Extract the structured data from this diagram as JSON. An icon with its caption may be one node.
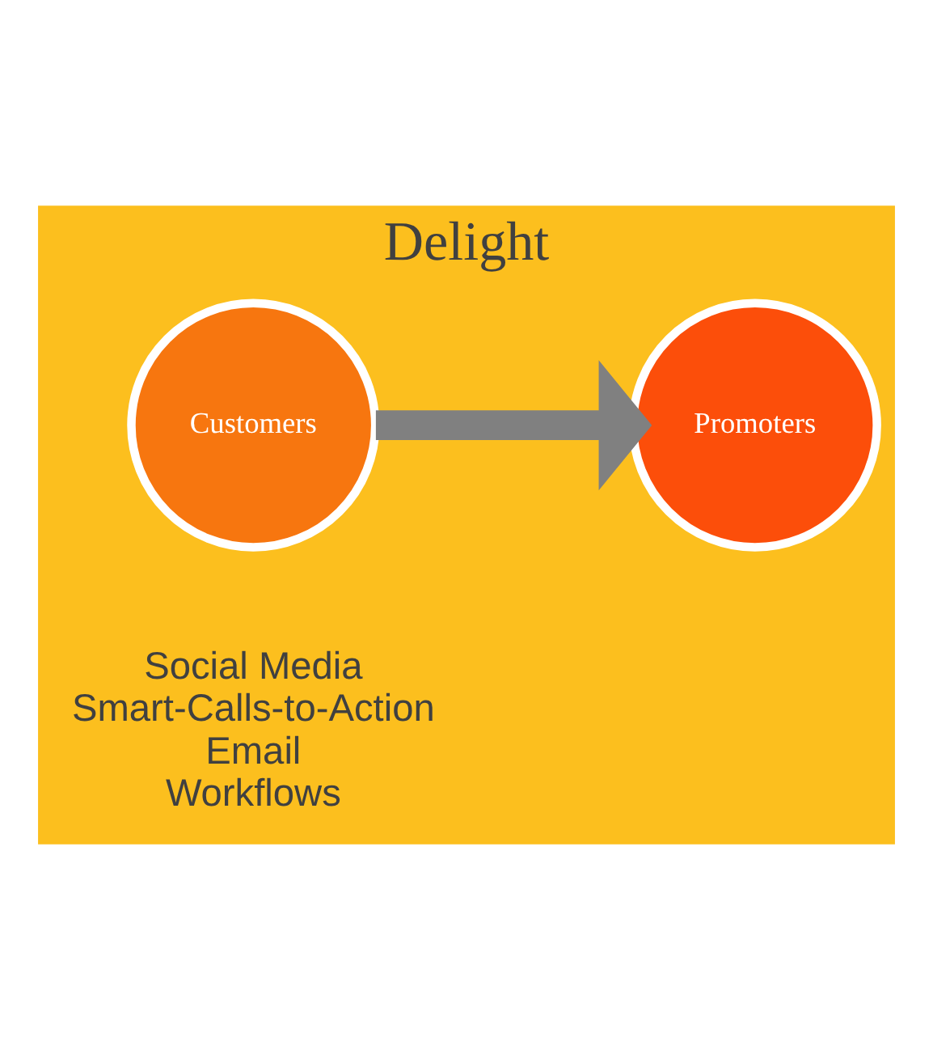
{
  "diagram": {
    "nodes": [
      {
        "text": [
          "Delight",
          "Social Media",
          "Smart-Calls-to-Action",
          "Email",
          "Workflows"
        ]
      },
      {
        "text": [
          "Customers"
        ],
        "in": 0
      },
      {
        "text": [
          "Promoters"
        ],
        "in": 0
      }
    ],
    "edges": [
      {
        "from": 1,
        "to": 2,
        "arrow": "to"
      }
    ]
  }
}
